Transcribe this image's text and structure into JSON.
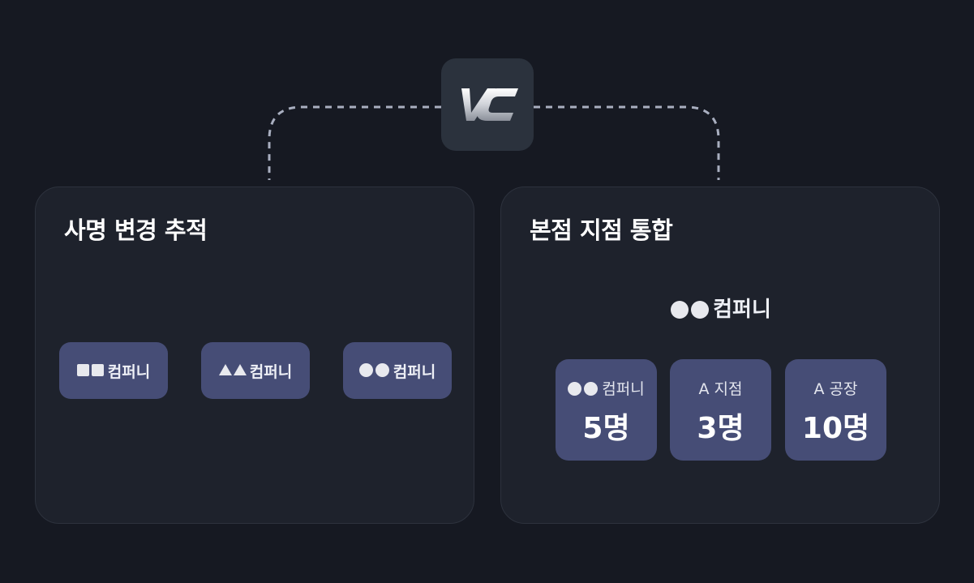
{
  "diagram": {
    "logo": {
      "icon": "vc-logo-icon",
      "text": "VC",
      "background": "#2b323d"
    },
    "left_panel": {
      "title": "사명 변경 추적",
      "chain": [
        {
          "symbol": "squares",
          "name": "컴퍼니"
        },
        {
          "symbol": "triangles",
          "name": "컴퍼니"
        },
        {
          "symbol": "circles",
          "name": "컴퍼니"
        }
      ]
    },
    "right_panel": {
      "title": "본점 지점 통합",
      "parent": {
        "symbol": "circles",
        "name": "컴퍼니"
      },
      "branches": [
        {
          "label": "컴퍼니",
          "count": "5명",
          "has_symbol": true
        },
        {
          "label": "A 지점",
          "count": "3명",
          "has_symbol": false
        },
        {
          "label": "A 공장",
          "count": "10명",
          "has_symbol": false
        }
      ]
    },
    "colors": {
      "background": "#161922",
      "panel": "#1e222c",
      "node": "#464d76",
      "connector": "#a9afc0"
    }
  }
}
